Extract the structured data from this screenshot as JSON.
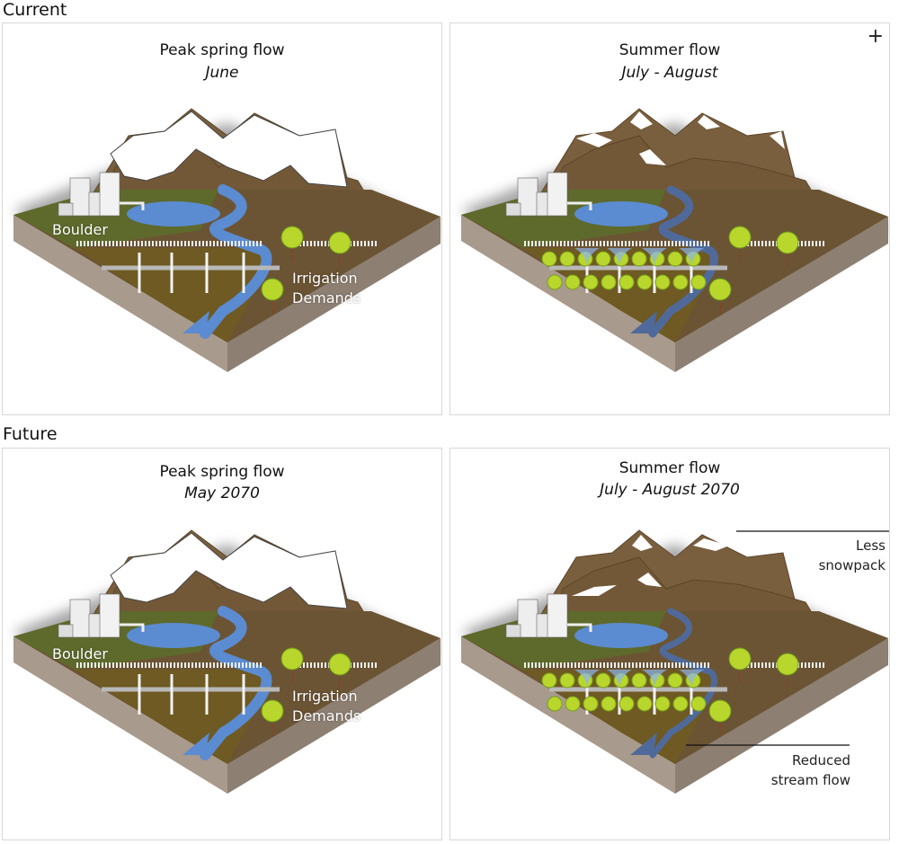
{
  "sections": {
    "current": "Current",
    "future": "Future"
  },
  "panels": [
    {
      "id": "current-spring",
      "title": "Peak spring flow",
      "subtitle": "June",
      "city_label": "Boulder",
      "irrigation_label": [
        "Irrigation",
        "Demands"
      ],
      "snow": "full",
      "stream": "high",
      "crops": false
    },
    {
      "id": "current-summer",
      "title": "Summer flow",
      "subtitle": "July - August",
      "snow": "partial",
      "stream": "low",
      "crops": true
    },
    {
      "id": "future-spring",
      "title": "Peak spring flow",
      "subtitle": "May 2070",
      "city_label": "Boulder",
      "irrigation_label": [
        "Irrigation",
        "Demands"
      ],
      "snow": "full",
      "stream": "high",
      "crops": false
    },
    {
      "id": "future-summer",
      "title": "Summer flow",
      "subtitle": "July - August 2070",
      "snow": "low",
      "stream": "reduced",
      "crops": true,
      "annotations": {
        "snowpack": [
          "Less",
          "snowpack"
        ],
        "stream": [
          "Reduced",
          "stream flow"
        ]
      }
    }
  ],
  "controls": {
    "expand_icon": "plus-icon",
    "expand_glyph": "+"
  },
  "colors": {
    "soil": "#6b5434",
    "grass": "#5e6a2c",
    "water": "#5b8bd0",
    "water_low": "#4f6a9a",
    "mountain": "#7a5f3e",
    "snow": "#ffffff",
    "base_side": "#a89a8c",
    "crop": "#b8d62c"
  }
}
